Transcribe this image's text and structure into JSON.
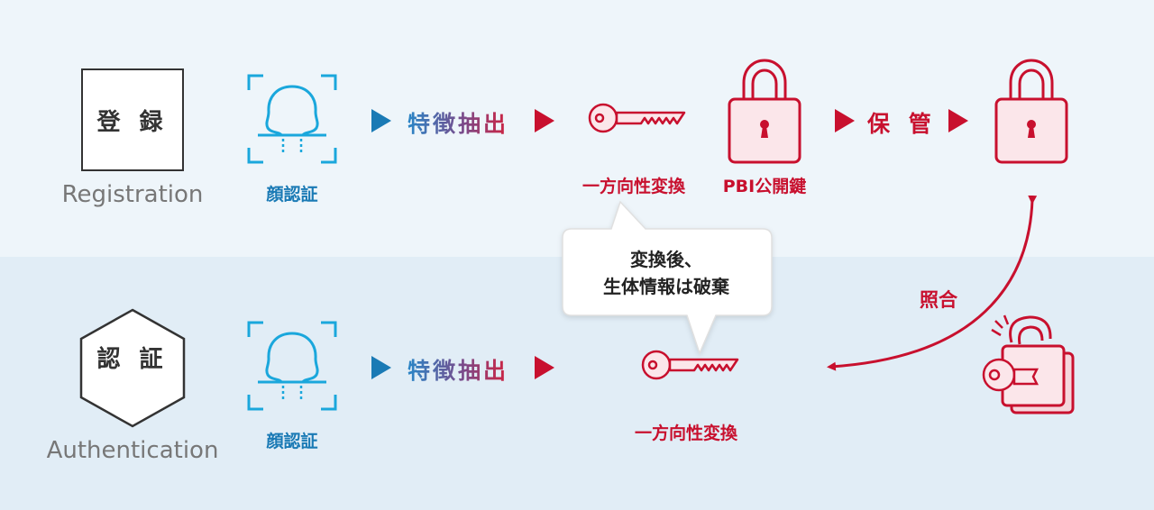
{
  "registration": {
    "stage_label": "登 録",
    "stage_label_en": "Registration",
    "face_label": "顔認証",
    "extract_label": "特徴抽出",
    "oneway_label": "一方向性変換",
    "pbi_label": "PBI公開鍵",
    "store_label": "保 管"
  },
  "authentication": {
    "stage_label": "認 証",
    "stage_label_en": "Authentication",
    "face_label": "顔認証",
    "extract_label": "特徴抽出",
    "oneway_label": "一方向性変換"
  },
  "callout": {
    "line1": "変換後、",
    "line2": "生体情報は破棄"
  },
  "match_label": "照合",
  "colors": {
    "background_top": "#eef5fa",
    "background_bottom": "#e1edf6",
    "face_blue": "#1aa7dc",
    "label_blue": "#1a7ab5",
    "accent_red": "#c8102e",
    "icon_fill_pink": "#fbe6ea",
    "stage_border": "#333333"
  },
  "icons": [
    "face-scan-icon",
    "key-icon",
    "padlock-icon",
    "unlocked-padlock-with-key-icon",
    "play-arrow-icon"
  ]
}
